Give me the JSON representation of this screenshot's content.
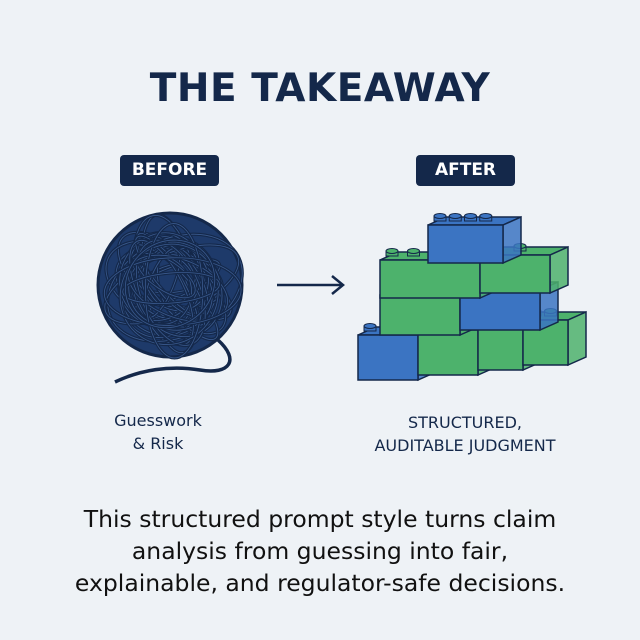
{
  "title": "THE TAKEAWAY",
  "before": {
    "badge": "BEFORE",
    "caption_line1": "Guesswork",
    "caption_line2": "& Risk",
    "icon": "tangled-yarn-ball-icon"
  },
  "after": {
    "badge": "AFTER",
    "caption_line1": "STRUCTURED,",
    "caption_line2": "AUDITABLE JUDGMENT",
    "icon": "stacked-bricks-icon"
  },
  "arrow_icon": "arrow-right-icon",
  "summary": {
    "line1": "This structured prompt style turns claim",
    "line2": "analysis from guessing into fair,",
    "line3": "explainable, and regulator-safe decisions."
  },
  "colors": {
    "navy": "#14284a",
    "background": "#eef2f6",
    "brick_blue": "#3b74c2",
    "brick_green": "#4db26c"
  }
}
